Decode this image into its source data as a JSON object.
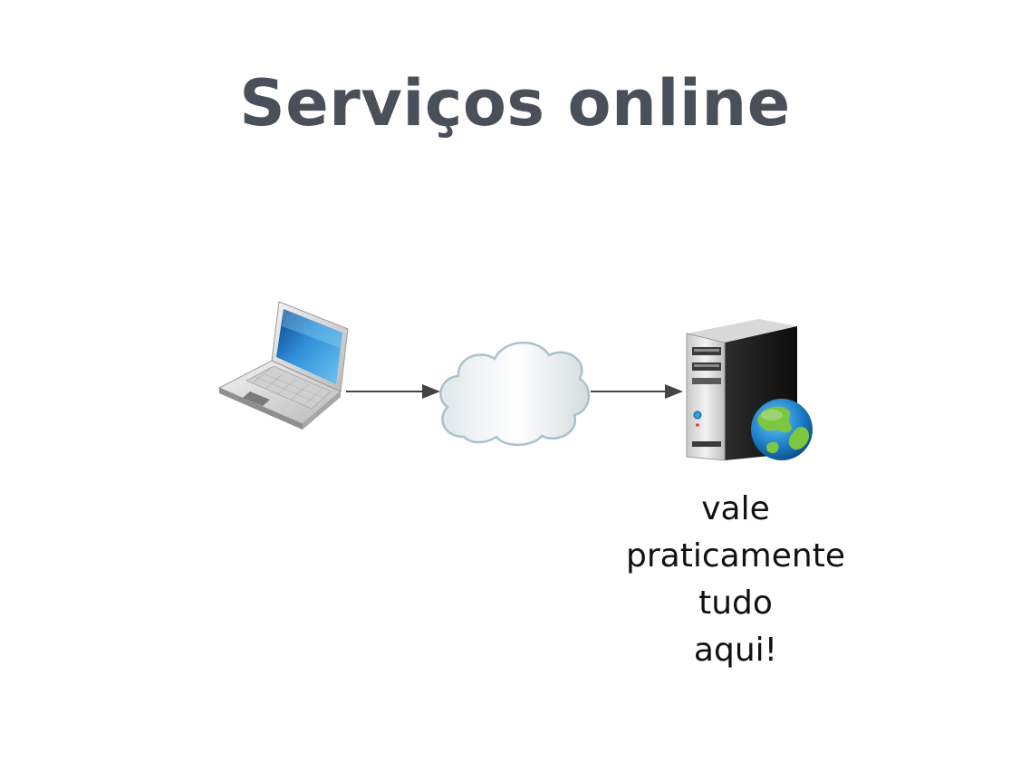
{
  "slide": {
    "title": "Serviços online",
    "caption_lines": [
      "vale",
      "praticamente",
      "tudo",
      "aqui!"
    ]
  },
  "diagram": {
    "nodes": [
      {
        "id": "client",
        "icon": "laptop-icon"
      },
      {
        "id": "network",
        "icon": "cloud-icon"
      },
      {
        "id": "server",
        "icon": "server-globe-icon"
      }
    ],
    "edges": [
      {
        "from": "client",
        "to": "network"
      },
      {
        "from": "network",
        "to": "server"
      }
    ]
  },
  "colors": {
    "title": "#4a5059",
    "arrow": "#444444",
    "screen": "#2f8fd8",
    "globe_ocean": "#1e7fc9",
    "globe_land": "#7cc642"
  }
}
